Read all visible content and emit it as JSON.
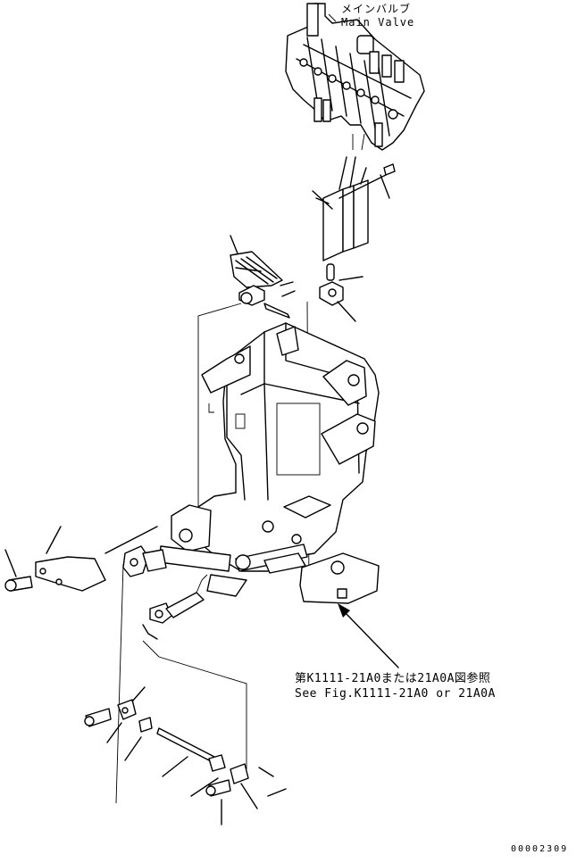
{
  "labels": {
    "main_valve_jp": "メインバルブ",
    "main_valve_en": "Main Valve",
    "ref_jp": "第K1111-21A0または21A0A図参照",
    "ref_en": "See Fig.K1111-21A0 or 21A0A",
    "drawing_code": "00002309"
  }
}
